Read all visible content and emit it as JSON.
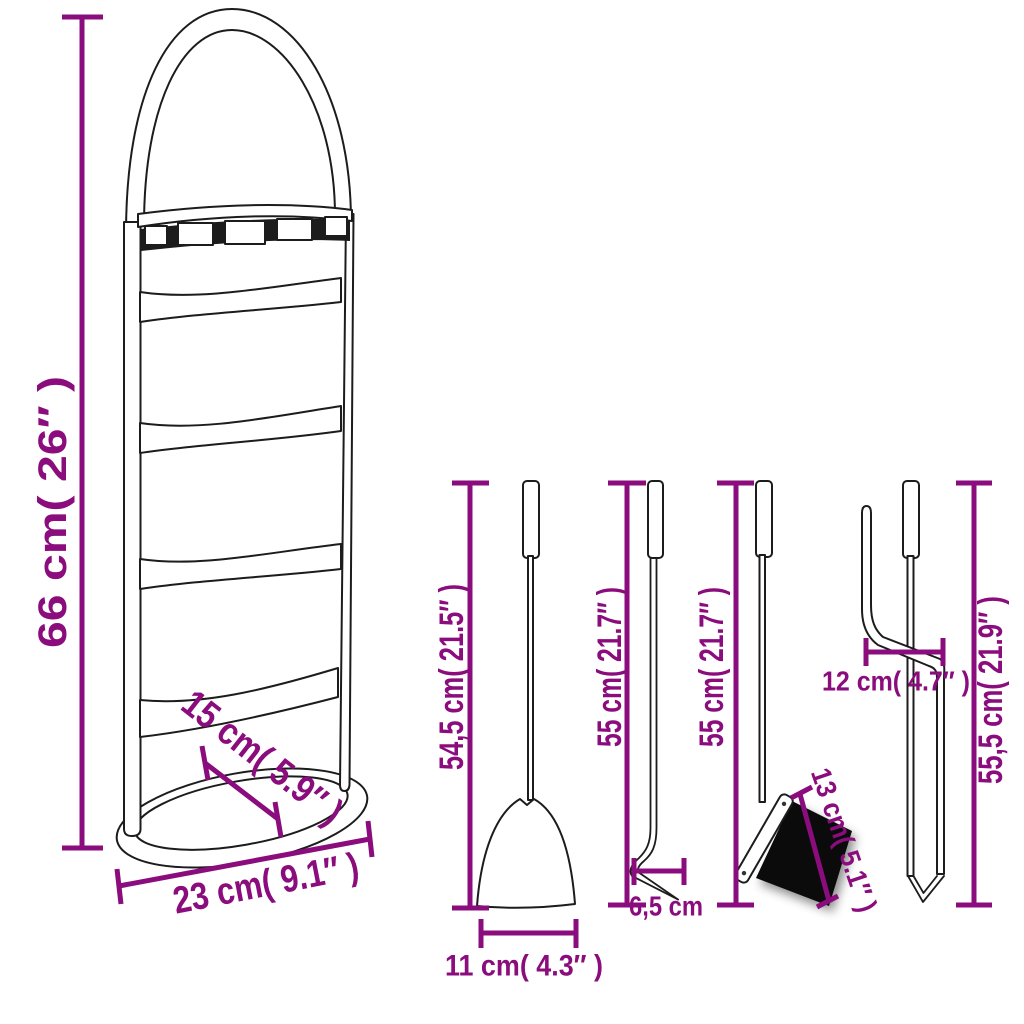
{
  "colors": {
    "dimension": "#8A0C7D",
    "outline": "#1C1C1C",
    "brush_head": "#0B0B0B",
    "background": "#FFFFFF"
  },
  "stand": {
    "height_label": "66 cm( 26″ )",
    "depth_label": "15 cm( 5.9″ )",
    "width_label": "23 cm( 9.1″ )"
  },
  "tools": {
    "shovel": {
      "height_label": "54,5 cm( 21.5″ )",
      "width_label": "11 cm( 4.3″ )"
    },
    "poker": {
      "height_label": "55 cm( 21.7″ )",
      "tip_label": "6,5 cm"
    },
    "brush": {
      "height_label": "55 cm( 21.7″ )",
      "head_label": "13 cm( 5.1″ )"
    },
    "fork": {
      "height_label": "55,5 cm( 21.9″ )",
      "hook_label": "12 cm( 4.7″ )"
    }
  }
}
